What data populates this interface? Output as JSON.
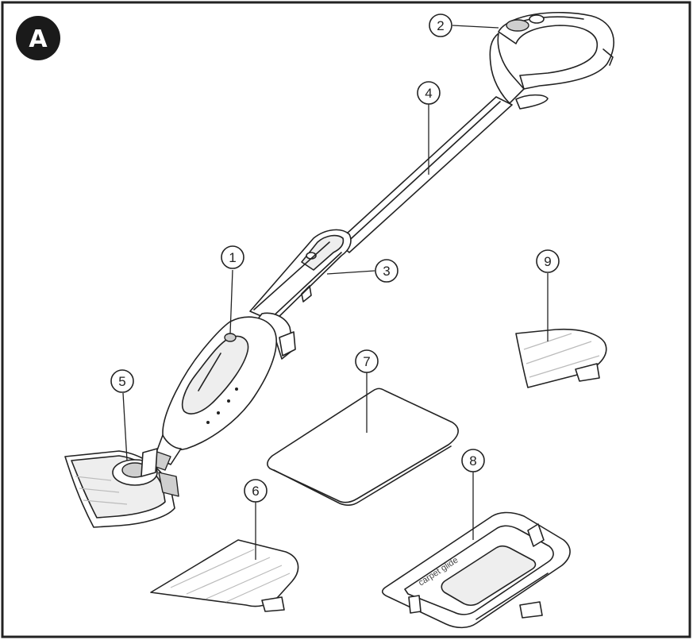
{
  "figure": {
    "badge": "A",
    "pad_print": "carpet glide"
  },
  "callouts": [
    {
      "id": "1",
      "label": "1"
    },
    {
      "id": "2",
      "label": "2"
    },
    {
      "id": "3",
      "label": "3"
    },
    {
      "id": "4",
      "label": "4"
    },
    {
      "id": "5",
      "label": "5"
    },
    {
      "id": "6",
      "label": "6"
    },
    {
      "id": "7",
      "label": "7"
    },
    {
      "id": "8",
      "label": "8"
    },
    {
      "id": "9",
      "label": "9"
    }
  ],
  "colors": {
    "line": "#222222",
    "badge": "#1a1a1a",
    "background": "#ffffff"
  }
}
